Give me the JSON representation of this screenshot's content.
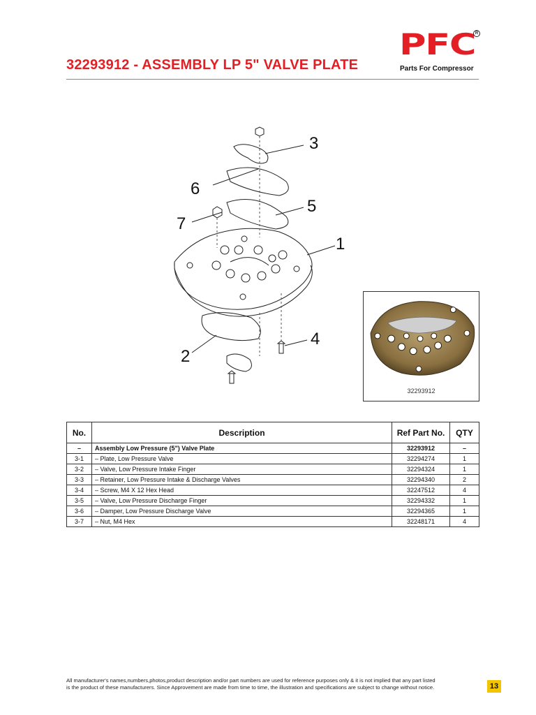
{
  "header": {
    "title": "32293912 - ASSEMBLY LP 5\" VALVE PLATE",
    "logo_text": "PFC",
    "logo_registered": "R",
    "logo_subtitle": "Parts For Compressor",
    "brand_color": "#e31e24"
  },
  "diagram": {
    "callouts": [
      "3",
      "6",
      "5",
      "7",
      "1",
      "4",
      "2"
    ]
  },
  "photo": {
    "caption": "32293912"
  },
  "table": {
    "headers": [
      "No.",
      "Description",
      "Ref Part No.",
      "QTY"
    ],
    "rows": [
      {
        "no": "–",
        "description": "Assembly Low Pressure (5\") Valve Plate",
        "ref": "32293912",
        "qty": "–"
      },
      {
        "no": "3-1",
        "description": "– Plate, Low Pressure Valve",
        "ref": "32294274",
        "qty": "1"
      },
      {
        "no": "3-2",
        "description": "– Valve, Low Pressure Intake Finger",
        "ref": "32294324",
        "qty": "1"
      },
      {
        "no": "3-3",
        "description": "– Retainer, Low Pressure Intake & Discharge Valves",
        "ref": "32294340",
        "qty": "2"
      },
      {
        "no": "3-4",
        "description": "– Screw, M4 X 12 Hex Head",
        "ref": "32247512",
        "qty": "4"
      },
      {
        "no": "3-5",
        "description": "– Valve, Low Pressure Discharge Finger",
        "ref": "32294332",
        "qty": "1"
      },
      {
        "no": "3-6",
        "description": "– Damper, Low Pressure Discharge Valve",
        "ref": "32294365",
        "qty": "1"
      },
      {
        "no": "3-7",
        "description": "– Nut, M4 Hex",
        "ref": "32248171",
        "qty": "4"
      }
    ]
  },
  "footer": {
    "line1": "All manufacturer's names,numbers,photos,product description and/or part numbers are used for reference purposes only & it is not implied that any part listed",
    "line2": "is the product of these manufacturers.  Since Approvement are made from time to time,  the illustration and specifications are subject to change without notice.",
    "page_number": "13",
    "page_badge_color": "#f3c400"
  }
}
